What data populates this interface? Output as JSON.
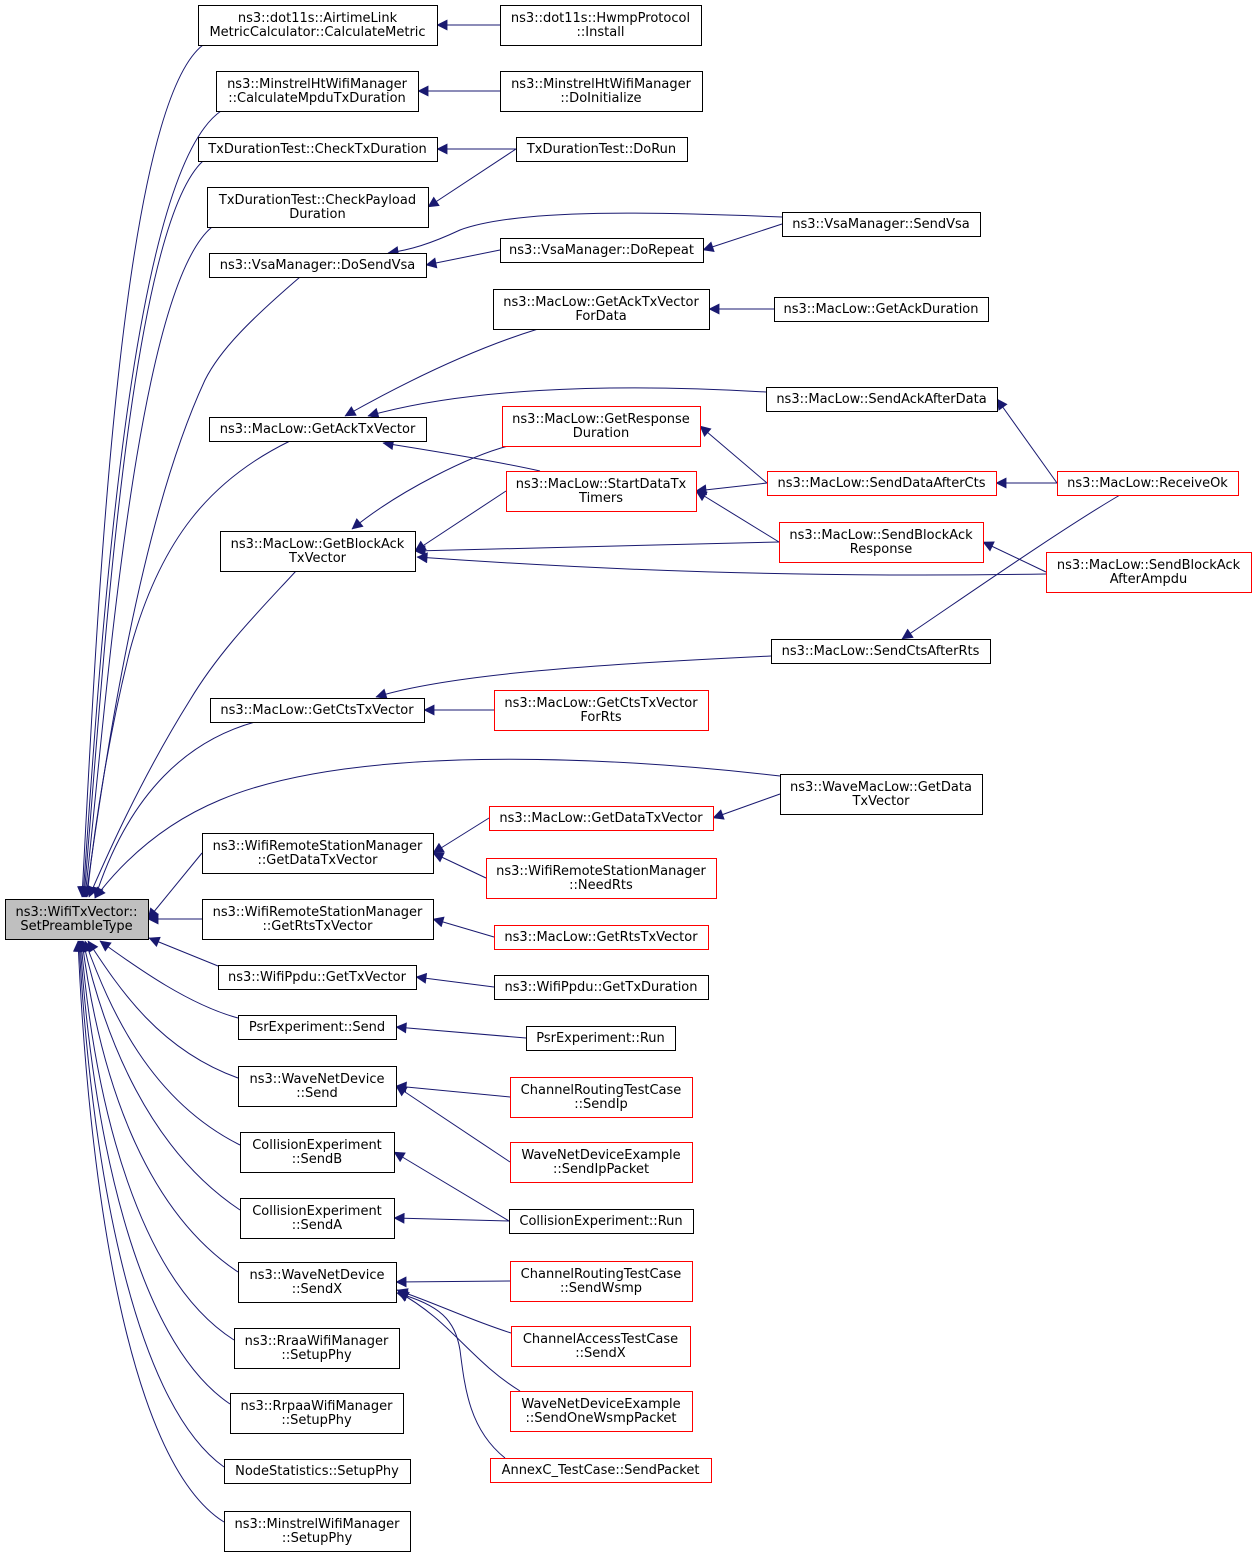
{
  "colors": {
    "edge": "#191970",
    "border_documented": "#000000",
    "border_undocumented": "#ff0000",
    "root_fill": "#bfbfbf",
    "node_fill": "#ffffff"
  },
  "nodes": [
    {
      "id": "root",
      "lines": [
        "ns3::WifiTxVector::",
        "SetPreambleType"
      ],
      "style": "root"
    },
    {
      "id": "calcMetric",
      "lines": [
        "ns3::dot11s::AirtimeLink",
        "MetricCalculator::CalculateMetric"
      ],
      "style": "black"
    },
    {
      "id": "hwmpInstall",
      "lines": [
        "ns3::dot11s::HwmpProtocol",
        "::Install"
      ],
      "style": "black"
    },
    {
      "id": "calcMpdu",
      "lines": [
        "ns3::MinstrelHtWifiManager",
        "::CalculateMpduTxDuration"
      ],
      "style": "black"
    },
    {
      "id": "minstrelHtInit",
      "lines": [
        "ns3::MinstrelHtWifiManager",
        "::DoInitialize"
      ],
      "style": "black"
    },
    {
      "id": "checkTx",
      "lines": [
        "TxDurationTest::CheckTxDuration"
      ],
      "style": "black"
    },
    {
      "id": "txDoRun",
      "lines": [
        "TxDurationTest::DoRun"
      ],
      "style": "black"
    },
    {
      "id": "checkPayload",
      "lines": [
        "TxDurationTest::CheckPayload",
        "Duration"
      ],
      "style": "black"
    },
    {
      "id": "doSendVsa",
      "lines": [
        "ns3::VsaManager::DoSendVsa"
      ],
      "style": "black"
    },
    {
      "id": "sendVsa",
      "lines": [
        "ns3::VsaManager::SendVsa"
      ],
      "style": "black"
    },
    {
      "id": "doRepeat",
      "lines": [
        "ns3::VsaManager::DoRepeat"
      ],
      "style": "black"
    },
    {
      "id": "getAckTxForData",
      "lines": [
        "ns3::MacLow::GetAckTxVector",
        "ForData"
      ],
      "style": "black"
    },
    {
      "id": "getAckDuration",
      "lines": [
        "ns3::MacLow::GetAckDuration"
      ],
      "style": "black"
    },
    {
      "id": "sendAckAfterData",
      "lines": [
        "ns3::MacLow::SendAckAfterData"
      ],
      "style": "black"
    },
    {
      "id": "getAckTx",
      "lines": [
        "ns3::MacLow::GetAckTxVector"
      ],
      "style": "black"
    },
    {
      "id": "getRespDur",
      "lines": [
        "ns3::MacLow::GetResponse",
        "Duration"
      ],
      "style": "red"
    },
    {
      "id": "startDataTx",
      "lines": [
        "ns3::MacLow::StartDataTx",
        "Timers"
      ],
      "style": "red"
    },
    {
      "id": "sendDataAfterCts",
      "lines": [
        "ns3::MacLow::SendDataAfterCts"
      ],
      "style": "red"
    },
    {
      "id": "receiveOk",
      "lines": [
        "ns3::MacLow::ReceiveOk"
      ],
      "style": "red"
    },
    {
      "id": "getBlockAck",
      "lines": [
        "ns3::MacLow::GetBlockAck",
        "TxVector"
      ],
      "style": "black"
    },
    {
      "id": "sendBlockAckResp",
      "lines": [
        "ns3::MacLow::SendBlockAck",
        "Response"
      ],
      "style": "red"
    },
    {
      "id": "sendBlockAckAmpdu",
      "lines": [
        "ns3::MacLow::SendBlockAck",
        "AfterAmpdu"
      ],
      "style": "red"
    },
    {
      "id": "sendCtsAfterRts",
      "lines": [
        "ns3::MacLow::SendCtsAfterRts"
      ],
      "style": "black"
    },
    {
      "id": "getCtsTx",
      "lines": [
        "ns3::MacLow::GetCtsTxVector"
      ],
      "style": "black"
    },
    {
      "id": "getCtsTxForRts",
      "lines": [
        "ns3::MacLow::GetCtsTxVector",
        "ForRts"
      ],
      "style": "red"
    },
    {
      "id": "waveGetData",
      "lines": [
        "ns3::WaveMacLow::GetData",
        "TxVector"
      ],
      "style": "black"
    },
    {
      "id": "rsmGetData",
      "lines": [
        "ns3::WifiRemoteStationManager",
        "::GetDataTxVector"
      ],
      "style": "black"
    },
    {
      "id": "macGetData",
      "lines": [
        "ns3::MacLow::GetDataTxVector"
      ],
      "style": "red"
    },
    {
      "id": "needRts",
      "lines": [
        "ns3::WifiRemoteStationManager",
        "::NeedRts"
      ],
      "style": "red"
    },
    {
      "id": "rsmGetRts",
      "lines": [
        "ns3::WifiRemoteStationManager",
        "::GetRtsTxVector"
      ],
      "style": "black"
    },
    {
      "id": "macGetRts",
      "lines": [
        "ns3::MacLow::GetRtsTxVector"
      ],
      "style": "red"
    },
    {
      "id": "ppduGetTx",
      "lines": [
        "ns3::WifiPpdu::GetTxVector"
      ],
      "style": "black"
    },
    {
      "id": "ppduGetDur",
      "lines": [
        "ns3::WifiPpdu::GetTxDuration"
      ],
      "style": "black"
    },
    {
      "id": "psrSend",
      "lines": [
        "PsrExperiment::Send"
      ],
      "style": "black"
    },
    {
      "id": "psrRun",
      "lines": [
        "PsrExperiment::Run"
      ],
      "style": "black"
    },
    {
      "id": "waveSend",
      "lines": [
        "ns3::WaveNetDevice",
        "::Send"
      ],
      "style": "black"
    },
    {
      "id": "chanSendIp",
      "lines": [
        "ChannelRoutingTestCase",
        "::SendIp"
      ],
      "style": "red"
    },
    {
      "id": "waveSendIpPacket",
      "lines": [
        "WaveNetDeviceExample",
        "::SendIpPacket"
      ],
      "style": "red"
    },
    {
      "id": "collSendB",
      "lines": [
        "CollisionExperiment",
        "::SendB"
      ],
      "style": "black"
    },
    {
      "id": "collSendA",
      "lines": [
        "CollisionExperiment",
        "::SendA"
      ],
      "style": "black"
    },
    {
      "id": "collRun",
      "lines": [
        "CollisionExperiment::Run"
      ],
      "style": "black"
    },
    {
      "id": "waveSendX",
      "lines": [
        "ns3::WaveNetDevice",
        "::SendX"
      ],
      "style": "black"
    },
    {
      "id": "chanSendWsmp",
      "lines": [
        "ChannelRoutingTestCase",
        "::SendWsmp"
      ],
      "style": "red"
    },
    {
      "id": "chanAccSendX",
      "lines": [
        "ChannelAccessTestCase",
        "::SendX"
      ],
      "style": "red"
    },
    {
      "id": "waveSendOneWsmp",
      "lines": [
        "WaveNetDeviceExample",
        "::SendOneWsmpPacket"
      ],
      "style": "red"
    },
    {
      "id": "annexC",
      "lines": [
        "AnnexC_TestCase::SendPacket"
      ],
      "style": "red"
    },
    {
      "id": "rraa",
      "lines": [
        "ns3::RraaWifiManager",
        "::SetupPhy"
      ],
      "style": "black"
    },
    {
      "id": "rrpaa",
      "lines": [
        "ns3::RrpaaWifiManager",
        "::SetupPhy"
      ],
      "style": "black"
    },
    {
      "id": "nodeStats",
      "lines": [
        "NodeStatistics::SetupPhy"
      ],
      "style": "black"
    },
    {
      "id": "minstrel",
      "lines": [
        "ns3::MinstrelWifiManager",
        "::SetupPhy"
      ],
      "style": "black"
    }
  ],
  "edges": [
    {
      "from": "calcMetric",
      "to": "root"
    },
    {
      "from": "hwmpInstall",
      "to": "calcMetric"
    },
    {
      "from": "calcMpdu",
      "to": "root"
    },
    {
      "from": "minstrelHtInit",
      "to": "calcMpdu"
    },
    {
      "from": "checkTx",
      "to": "root"
    },
    {
      "from": "txDoRun",
      "to": "checkTx"
    },
    {
      "from": "checkPayload",
      "to": "root"
    },
    {
      "from": "txDoRun",
      "to": "checkPayload"
    },
    {
      "from": "doSendVsa",
      "to": "root"
    },
    {
      "from": "sendVsa",
      "to": "doSendVsa"
    },
    {
      "from": "doRepeat",
      "to": "doSendVsa"
    },
    {
      "from": "sendVsa",
      "to": "doRepeat"
    },
    {
      "from": "getAckTx",
      "to": "root"
    },
    {
      "from": "getAckTxForData",
      "to": "getAckTx"
    },
    {
      "from": "sendAckAfterData",
      "to": "getAckTx"
    },
    {
      "from": "startDataTx",
      "to": "getAckTx"
    },
    {
      "from": "getAckDuration",
      "to": "getAckTxForData"
    },
    {
      "from": "receiveOk",
      "to": "sendAckAfterData"
    },
    {
      "from": "getBlockAck",
      "to": "root"
    },
    {
      "from": "getRespDur",
      "to": "getBlockAck"
    },
    {
      "from": "startDataTx",
      "to": "getBlockAck"
    },
    {
      "from": "sendBlockAckResp",
      "to": "getBlockAck"
    },
    {
      "from": "sendBlockAckAmpdu",
      "to": "getBlockAck"
    },
    {
      "from": "sendDataAfterCts",
      "to": "getRespDur"
    },
    {
      "from": "sendDataAfterCts",
      "to": "startDataTx"
    },
    {
      "from": "sendBlockAckResp",
      "to": "startDataTx"
    },
    {
      "from": "receiveOk",
      "to": "sendDataAfterCts"
    },
    {
      "from": "sendBlockAckAmpdu",
      "to": "sendBlockAckResp"
    },
    {
      "from": "receiveOk",
      "to": "sendCtsAfterRts"
    },
    {
      "from": "getCtsTx",
      "to": "root"
    },
    {
      "from": "sendCtsAfterRts",
      "to": "getCtsTx"
    },
    {
      "from": "getCtsTxForRts",
      "to": "getCtsTx"
    },
    {
      "from": "waveGetData",
      "to": "root"
    },
    {
      "from": "rsmGetData",
      "to": "root"
    },
    {
      "from": "macGetData",
      "to": "rsmGetData"
    },
    {
      "from": "needRts",
      "to": "rsmGetData"
    },
    {
      "from": "waveGetData",
      "to": "macGetData"
    },
    {
      "from": "rsmGetRts",
      "to": "root"
    },
    {
      "from": "macGetRts",
      "to": "rsmGetRts"
    },
    {
      "from": "ppduGetTx",
      "to": "root"
    },
    {
      "from": "ppduGetDur",
      "to": "ppduGetTx"
    },
    {
      "from": "psrSend",
      "to": "root"
    },
    {
      "from": "psrRun",
      "to": "psrSend"
    },
    {
      "from": "waveSend",
      "to": "root"
    },
    {
      "from": "chanSendIp",
      "to": "waveSend"
    },
    {
      "from": "waveSendIpPacket",
      "to": "waveSend"
    },
    {
      "from": "collSendB",
      "to": "root"
    },
    {
      "from": "collRun",
      "to": "collSendB"
    },
    {
      "from": "collSendA",
      "to": "root"
    },
    {
      "from": "collRun",
      "to": "collSendA"
    },
    {
      "from": "waveSendX",
      "to": "root"
    },
    {
      "from": "chanSendWsmp",
      "to": "waveSendX"
    },
    {
      "from": "chanAccSendX",
      "to": "waveSendX"
    },
    {
      "from": "waveSendOneWsmp",
      "to": "waveSendX"
    },
    {
      "from": "annexC",
      "to": "waveSendX"
    },
    {
      "from": "rraa",
      "to": "root"
    },
    {
      "from": "rrpaa",
      "to": "root"
    },
    {
      "from": "nodeStats",
      "to": "root"
    },
    {
      "from": "minstrel",
      "to": "root"
    }
  ]
}
